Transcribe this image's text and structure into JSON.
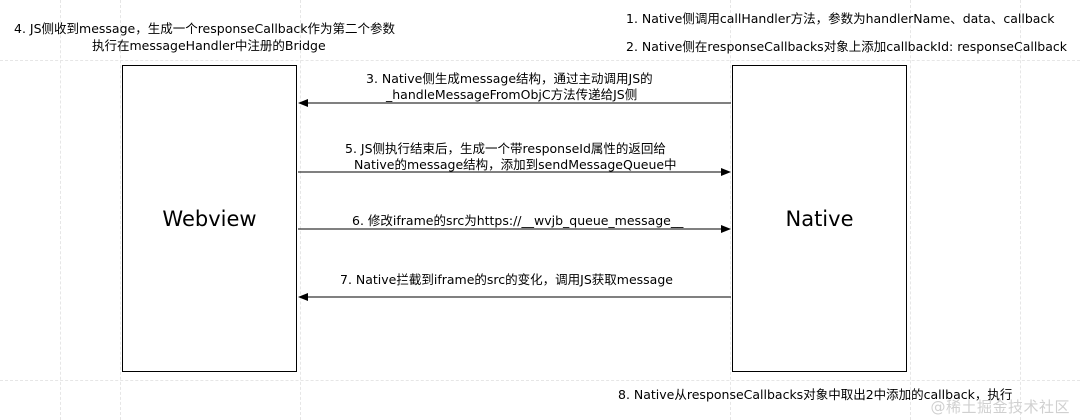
{
  "nodes": {
    "webview": "Webview",
    "native": "Native"
  },
  "notes": {
    "step1": "1. Native侧调用callHandler方法，参数为handlerName、data、callback",
    "step2": "2. Native侧在responseCallbacks对象上添加callbackId: responseCallback",
    "step4_line1": "4. JS侧收到message，生成一个responseCallback作为第二个参数",
    "step4_line2": "执行在messageHandler中注册的Bridge",
    "step8": "8. Native从responseCallbacks对象中取出2中添加的callback，执行"
  },
  "arrows": {
    "step3_line1": "3. Native侧生成message结构，通过主动调用JS的",
    "step3_line2": "_handleMessageFromObjC方法传递给JS侧",
    "step5_line1": "5. JS侧执行结束后，生成一个带responseId属性的返回给",
    "step5_line2": "Native的message结构，添加到sendMessageQueue中",
    "step6": "6. 修改iframe的src为https://__wvjb_queue_message__",
    "step7": "7. Native拦截到iframe的src的变化，调用JS获取message"
  },
  "watermark": "@稀土掘金技术社区"
}
